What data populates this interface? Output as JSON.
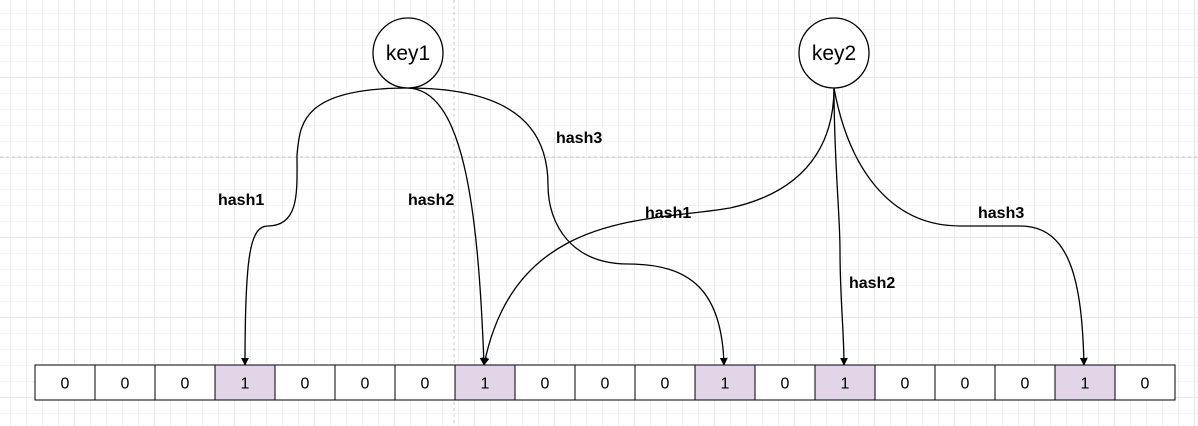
{
  "keys": [
    {
      "id": "key1",
      "label": "key1"
    },
    {
      "id": "key2",
      "label": "key2"
    }
  ],
  "bit_array": {
    "cells": [
      "0",
      "0",
      "0",
      "1",
      "0",
      "0",
      "0",
      "1",
      "0",
      "0",
      "0",
      "1",
      "0",
      "1",
      "0",
      "0",
      "0",
      "1",
      "0"
    ],
    "set_color": "#e1d5e7",
    "unset_color": "#ffffff"
  },
  "edges": [
    {
      "from": "key1",
      "label": "hash1",
      "target_index": 3
    },
    {
      "from": "key1",
      "label": "hash2",
      "target_index": 7
    },
    {
      "from": "key1",
      "label": "hash3",
      "target_index": 11
    },
    {
      "from": "key2",
      "label": "hash1",
      "target_index": 7
    },
    {
      "from": "key2",
      "label": "hash2",
      "target_index": 13
    },
    {
      "from": "key2",
      "label": "hash3",
      "target_index": 17
    }
  ]
}
